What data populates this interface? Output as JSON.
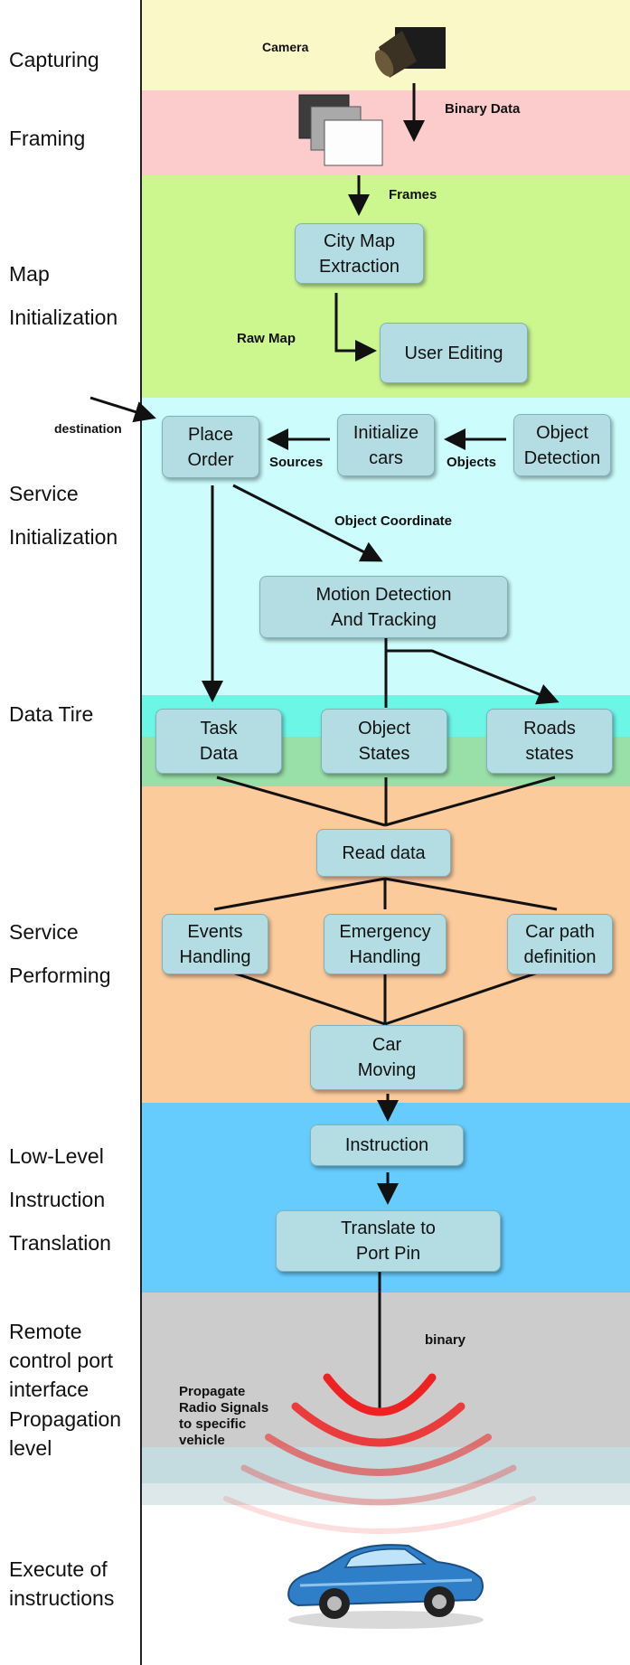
{
  "stages": {
    "capturing": "Capturing",
    "framing": "Framing",
    "map_init": [
      "Map",
      "Initialization"
    ],
    "service_init": [
      "Service",
      "Initialization"
    ],
    "data_tire": "Data Tire",
    "service_perf": [
      "Service",
      "Performing"
    ],
    "low_level": [
      "Low-Level",
      "Instruction",
      "Translation"
    ],
    "remote": [
      "Remote",
      "control port",
      "interface"
    ],
    "propagation": [
      "Propagation",
      "level"
    ],
    "execute": [
      "Execute of",
      "instructions"
    ]
  },
  "boxes": {
    "city_map": "City Map\nExtraction",
    "user_editing": "User Editing",
    "place_order": "Place\nOrder",
    "initialize_cars": "Initialize\ncars",
    "object_detection": "Object\nDetection",
    "motion_detection": "Motion Detection\nAnd Tracking",
    "task_data": "Task\nData",
    "object_states": "Object\nStates",
    "roads_states": "Roads\nstates",
    "read_data": "Read data",
    "events_handling": "Events\nHandling",
    "emergency_handling": "Emergency\nHandling",
    "car_path": "Car path\ndefinition",
    "car_moving": "Car\nMoving",
    "instruction": "Instruction",
    "translate": "Translate to\nPort Pin"
  },
  "labels": {
    "camera": "Camera",
    "binary_data": "Binary Data",
    "frames": "Frames",
    "raw_map": "Raw Map",
    "destination": "destination",
    "sources": "Sources",
    "objects": "Objects",
    "object_coordinate": "Object Coordinate",
    "binary": "binary",
    "propagate": "Propagate\nRadio Signals\nto specific\nvehicle"
  },
  "colors": {
    "capturing": "#fbf8c8",
    "framing": "#fccccc",
    "map_init": "#ccf78f",
    "service_init": "#ccfcfc",
    "data_tire_top": "#6cf6e6",
    "data_tire_bottom": "#99dfa8",
    "service_perf": "#fccb9c",
    "low_level": "#66ccfe",
    "remote": "#cccccc",
    "box": "#b4dde3",
    "signal": "#ee2222"
  }
}
